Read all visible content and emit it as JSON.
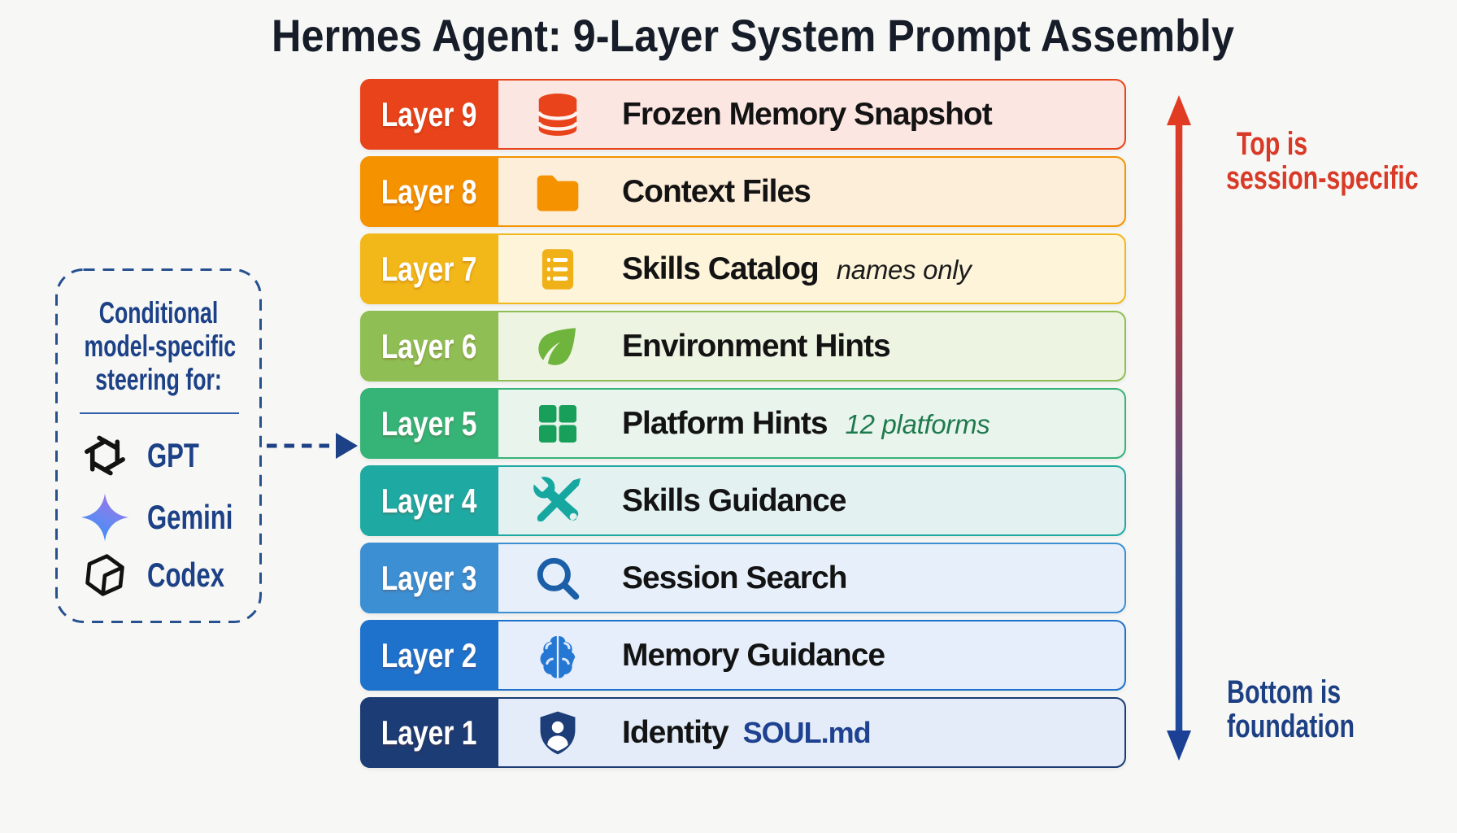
{
  "title": "Hermes Agent: 9-Layer System Prompt Assembly",
  "colors": {
    "background": "#f7f7f5",
    "title_text": "#161d29",
    "panel_navy": "#1c4187",
    "axis_red": "#d93a27",
    "axis_blue": "#1d4084",
    "axis_gradient_top": "#e23b24",
    "axis_gradient_bottom": "#1b4a9e"
  },
  "layers": [
    {
      "label": "Layer 9",
      "title": "Frozen Memory Snapshot",
      "note": "",
      "note_style": "",
      "icon": "database-icon",
      "color": "#e8431a",
      "tint": "#fbe6e2",
      "icon_color": "#e8431a"
    },
    {
      "label": "Layer 8",
      "title": "Context Files",
      "note": "",
      "note_style": "",
      "icon": "folder-icon",
      "color": "#f59200",
      "tint": "#fdeeda",
      "icon_color": "#f59200"
    },
    {
      "label": "Layer 7",
      "title": "Skills Catalog",
      "note": "names only",
      "note_style": "italic-dark",
      "icon": "notebook-icon",
      "color": "#f2b719",
      "tint": "#fdf4da",
      "icon_color": "#f0b018"
    },
    {
      "label": "Layer 6",
      "title": "Environment Hints",
      "note": "",
      "note_style": "",
      "icon": "leaf-icon",
      "color": "#8fbe55",
      "tint": "#eef4e2",
      "icon_color": "#6fb43d"
    },
    {
      "label": "Layer 5",
      "title": "Platform Hints",
      "note": "12 platforms",
      "note_style": "italic-green",
      "icon": "grid-icon",
      "color": "#36b377",
      "tint": "#e9f4ec",
      "icon_color": "#18a05b"
    },
    {
      "label": "Layer 4",
      "title": "Skills Guidance",
      "note": "",
      "note_style": "",
      "icon": "tools-icon",
      "color": "#1fa9a3",
      "tint": "#e3f1f0",
      "icon_color": "#16a8a0"
    },
    {
      "label": "Layer 3",
      "title": "Session Search",
      "note": "",
      "note_style": "",
      "icon": "search-icon",
      "color": "#3c8fd2",
      "tint": "#e7f0fa",
      "icon_color": "#1b5fa8"
    },
    {
      "label": "Layer 2",
      "title": "Memory Guidance",
      "note": "",
      "note_style": "",
      "icon": "brain-icon",
      "color": "#1f72cc",
      "tint": "#e5eefa",
      "icon_color": "#2577d4"
    },
    {
      "label": "Layer 1",
      "title": "Identity",
      "note": "SOUL.md",
      "note_style": "file-badge",
      "icon": "shield-user-icon",
      "color": "#1b3c74",
      "tint": "#e3ecf8",
      "icon_color": "#1c3d77"
    }
  ],
  "side_panel": {
    "heading_line1": "Conditional",
    "heading_line2": "model-specific",
    "heading_line3": "steering for:",
    "models": [
      {
        "name": "GPT",
        "icon": "openai-icon"
      },
      {
        "name": "Gemini",
        "icon": "gemini-icon"
      },
      {
        "name": "Codex",
        "icon": "codex-icon"
      }
    ]
  },
  "axis": {
    "top_line1": "Top is",
    "top_line2": "session-specific",
    "bottom_line1": "Bottom is",
    "bottom_line2": "foundation"
  }
}
